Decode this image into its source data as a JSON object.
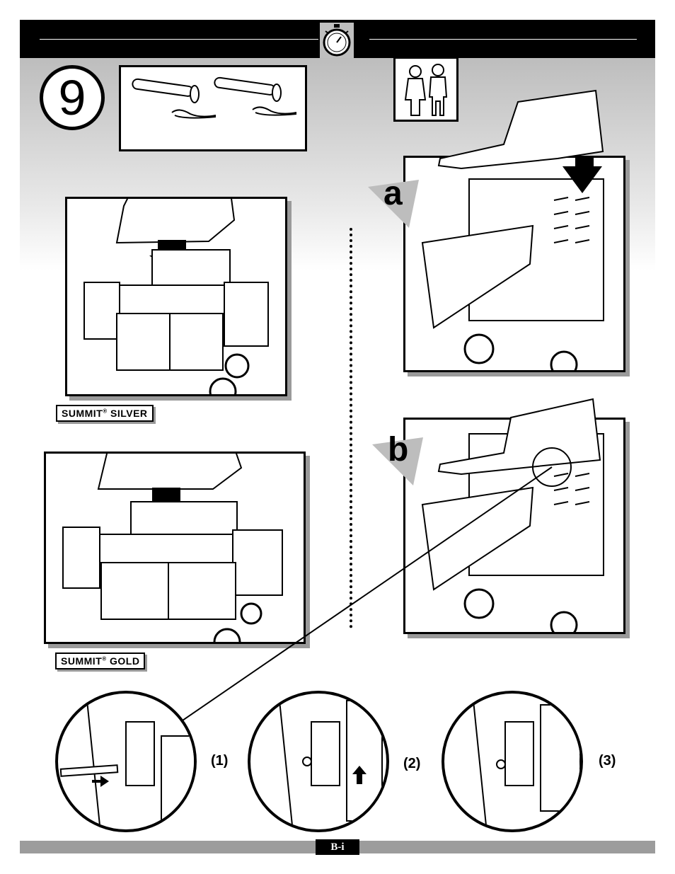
{
  "header": {
    "icon": "stopwatch-icon"
  },
  "step": {
    "number": "9"
  },
  "parts": {
    "icons": [
      "hinge-pin-icon",
      "hinge-pin-icon",
      "cotter-pin-icon",
      "cotter-pin-icon"
    ]
  },
  "people_icon": "two-person-icon",
  "models": {
    "silver": {
      "name": "SUMMIT",
      "mark": "®",
      "variant": "SILVER"
    },
    "gold": {
      "name": "SUMMIT",
      "mark": "®",
      "variant": "GOLD"
    }
  },
  "sub_steps": {
    "a": "a",
    "b": "b"
  },
  "details": [
    {
      "label": "(1)"
    },
    {
      "label": "(2)"
    },
    {
      "label": "(3)"
    }
  ],
  "footer": {
    "page": "B-i"
  },
  "colors": {
    "header": "#000000",
    "footer": "#9c9c9c",
    "shadow": "#9a9a9a"
  }
}
